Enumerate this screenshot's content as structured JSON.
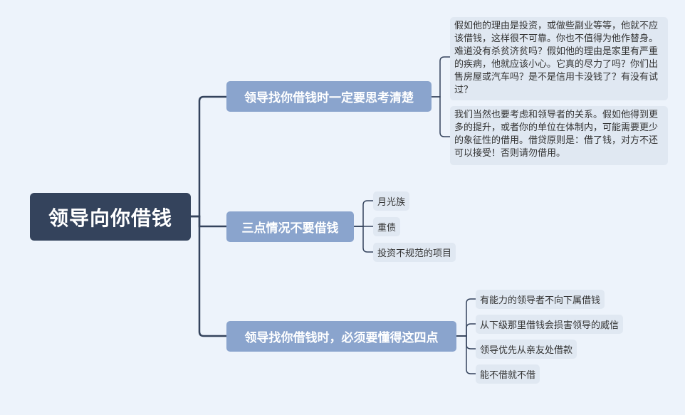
{
  "root": {
    "title": "领导向你借钱"
  },
  "branches": [
    {
      "title": "领导找你借钱时一定要思考清楚",
      "children": [
        "假如他的理由是投资，或做些副业等等，他就不应该借钱，这样很不可靠。你也不值得为他作替身。难道没有杀贫济贫吗？假如他的理由是家里有严重的疾病，他就应该小心。它真的尽力了吗？你们出售房屋或汽车吗？是不是信用卡没钱了？有没有试过？",
        "我们当然也要考虑和领导者的关系。假如他得到更多的提升，或者你的单位在体制内，可能需要更少的象征性的借用。借贷原则是：借了钱，对方不还可以接受！否则请勿借用。"
      ]
    },
    {
      "title": "三点情况不要借钱",
      "children": [
        "月光族",
        "重债",
        "投资不规范的项目"
      ]
    },
    {
      "title": "领导找你借钱时，必须要懂得这四点",
      "children": [
        "有能力的领导者不向下属借钱",
        "从下级那里借钱会损害领导的威信",
        "领导优先从亲友处借款",
        "能不借就不借"
      ]
    }
  ],
  "colors": {
    "background": "#edf3fb",
    "root": "#34435c",
    "branch": "#8aa4cd",
    "leaf": "#e0e8f2",
    "connector": "#34435c"
  }
}
